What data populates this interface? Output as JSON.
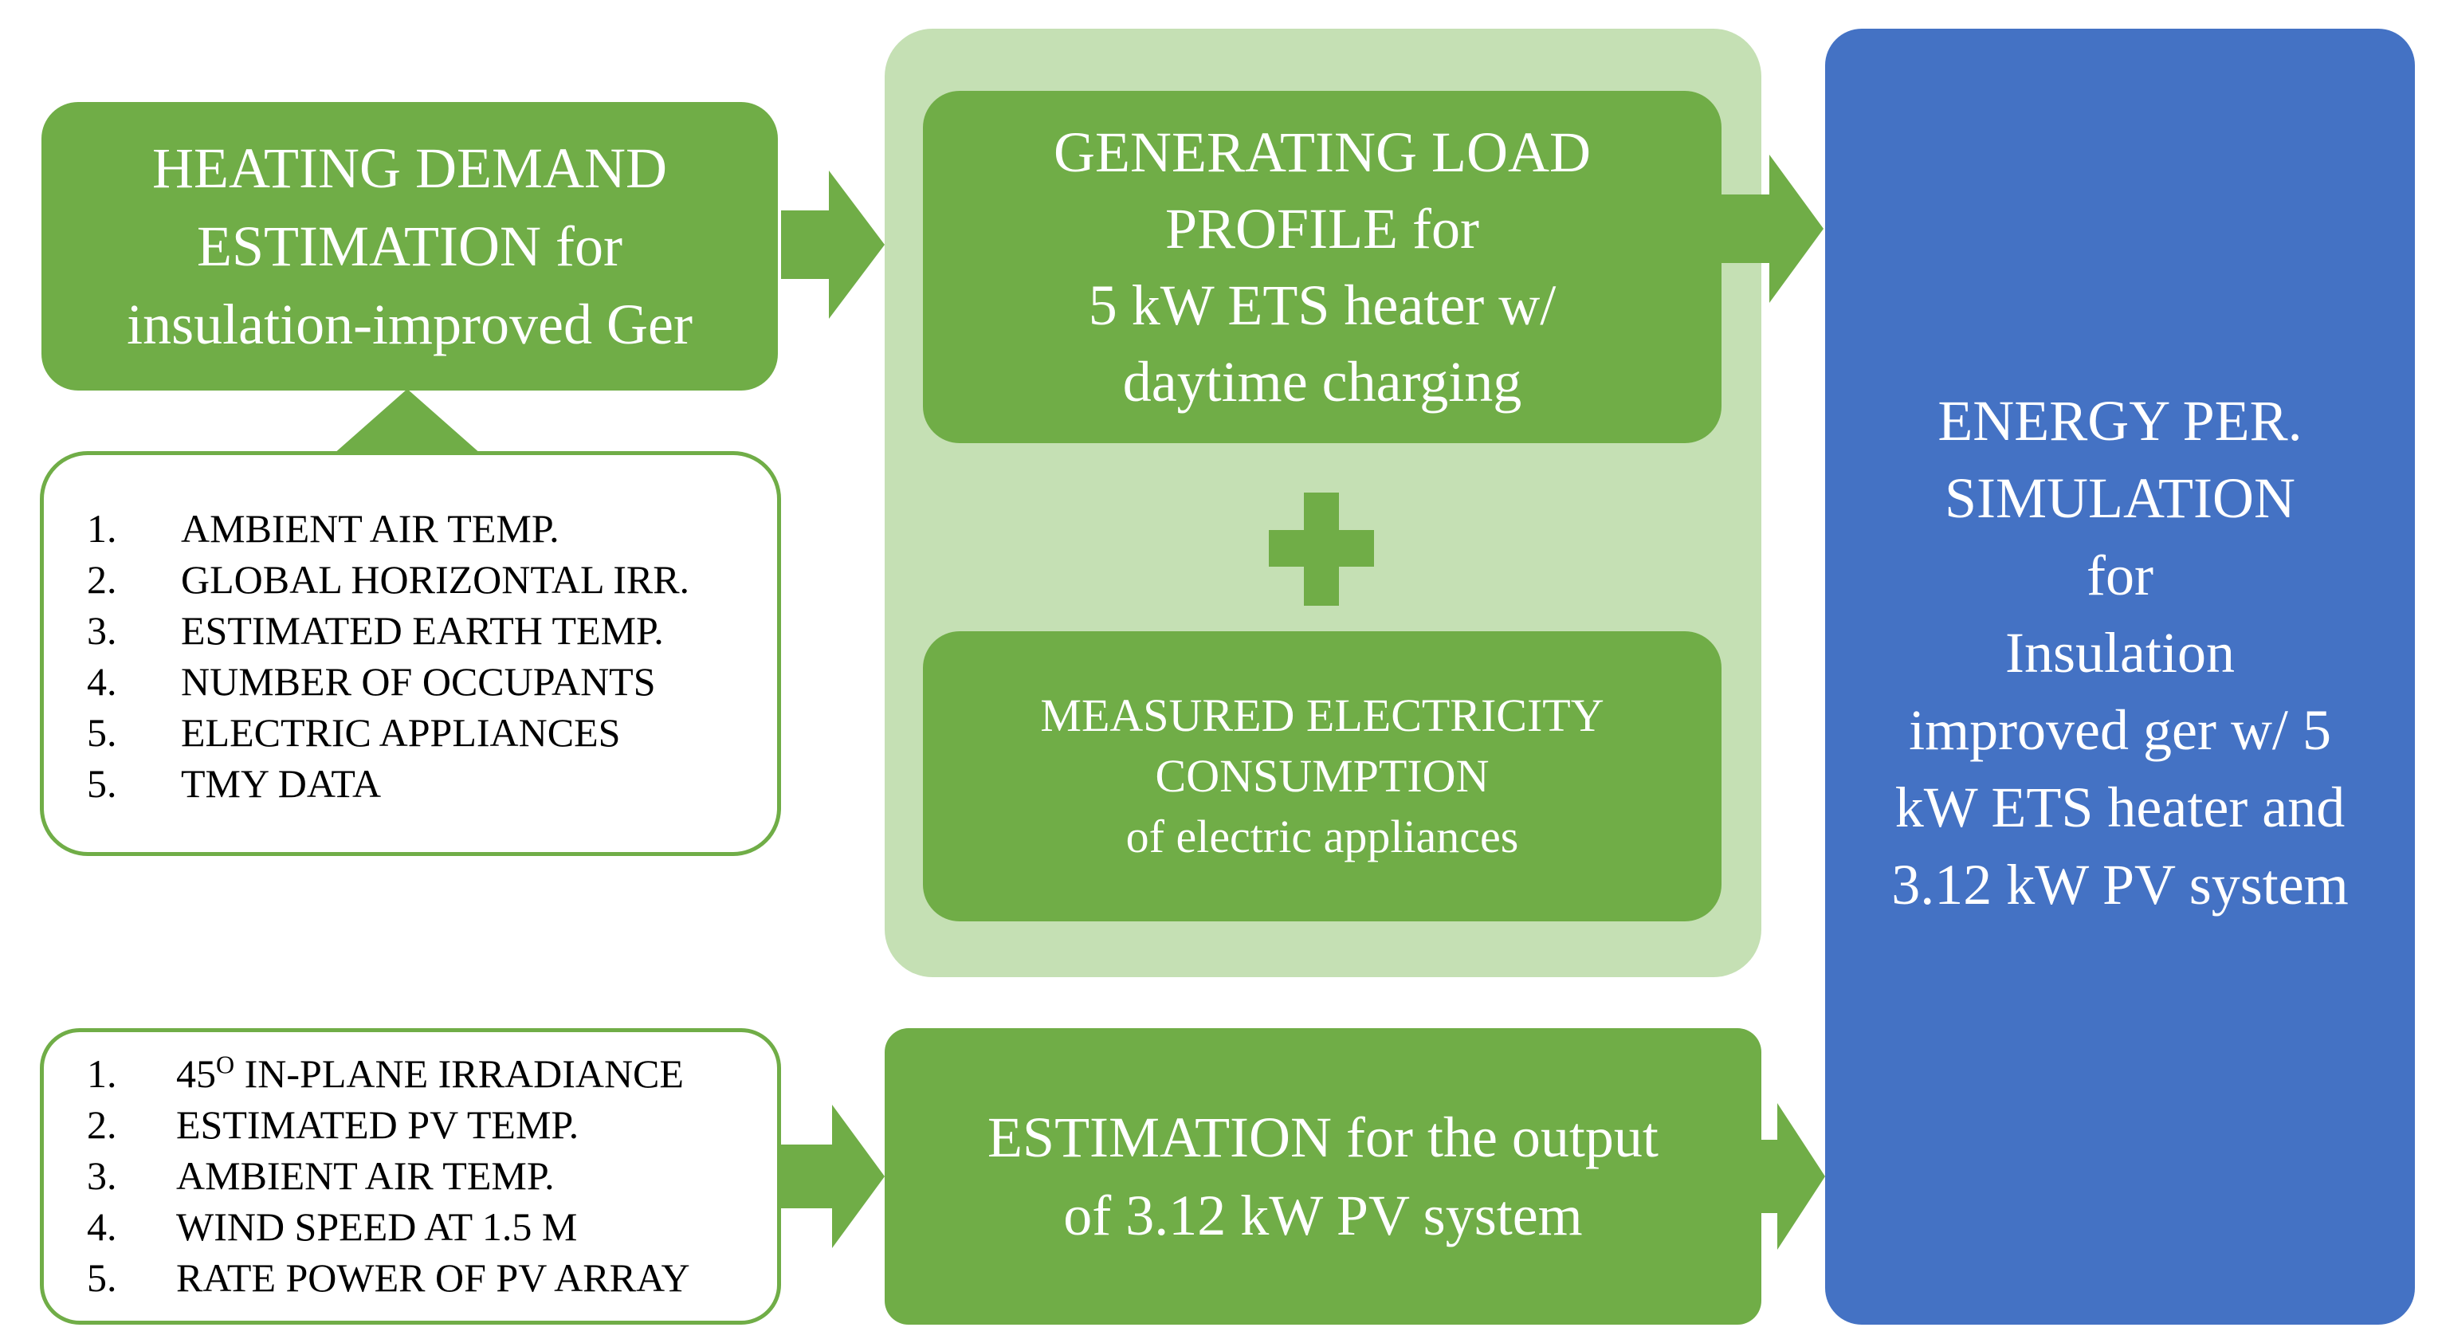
{
  "colors": {
    "green": "#70ad47",
    "light_green_panel": "#c5e0b4",
    "blue": "#4472c4",
    "text_on_color": "#ffffff",
    "text_dark": "#000000"
  },
  "heating_demand": {
    "lines": [
      "HEATING DEMAND",
      "ESTIMATION for",
      "insulation-improved Ger"
    ]
  },
  "heating_inputs": {
    "items": [
      {
        "num": "1.",
        "text": "AMBIENT AIR TEMP."
      },
      {
        "num": "2.",
        "text": "GLOBAL HORIZONTAL IRR."
      },
      {
        "num": "3.",
        "text": "ESTIMATED EARTH TEMP."
      },
      {
        "num": "4.",
        "text": "NUMBER OF OCCUPANTS"
      },
      {
        "num": "5.",
        "text": "ELECTRIC APPLIANCES"
      },
      {
        "num": "5.",
        "text": "TMY DATA"
      }
    ]
  },
  "load_profile": {
    "lines": [
      "GENERATING LOAD",
      "PROFILE for",
      "5 kW ETS heater w/",
      "daytime charging"
    ]
  },
  "plus_icon": "plus-icon",
  "measured_consumption": {
    "lines": [
      "MEASURED ELECTRICITY",
      "CONSUMPTION",
      "of electric appliances"
    ]
  },
  "pv_inputs": {
    "items": [
      {
        "num": "1.",
        "text": "45",
        "sup": "O",
        "rest": " IN-PLANE IRRADIANCE"
      },
      {
        "num": "2.",
        "text": "ESTIMATED PV TEMP."
      },
      {
        "num": "3.",
        "text": "AMBIENT AIR TEMP."
      },
      {
        "num": "4.",
        "text": "WIND SPEED AT 1.5 M"
      },
      {
        "num": "5.",
        "text": "RATE POWER OF PV ARRAY"
      }
    ]
  },
  "pv_estimation": {
    "lines": [
      "ESTIMATION for the output",
      "of 3.12 kW PV system"
    ]
  },
  "simulation": {
    "lines": [
      "ENERGY PER.",
      "SIMULATION",
      "for",
      "Insulation",
      "improved ger w/ 5",
      "kW ETS heater and",
      "3.12 kW PV system"
    ]
  },
  "arrow_icon": "right-arrow-icon"
}
